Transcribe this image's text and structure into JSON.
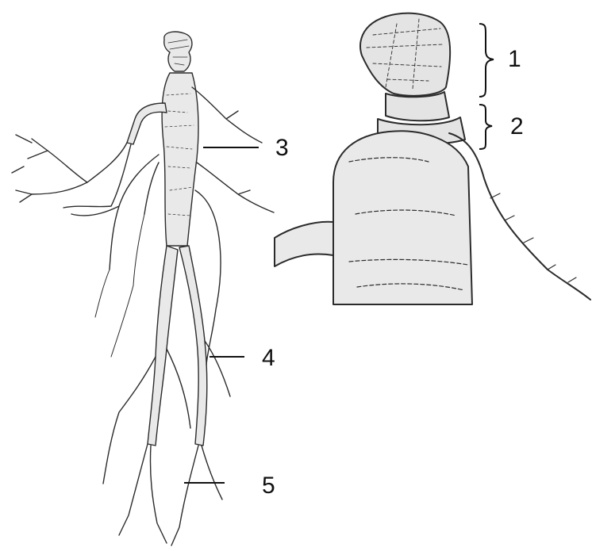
{
  "labels": {
    "one": "1",
    "two": "2",
    "three": "3",
    "four": "4",
    "five": "5"
  },
  "colors": {
    "ink": "#2b2b2b",
    "fill": "#e9e9e9",
    "background": "#ffffff"
  }
}
